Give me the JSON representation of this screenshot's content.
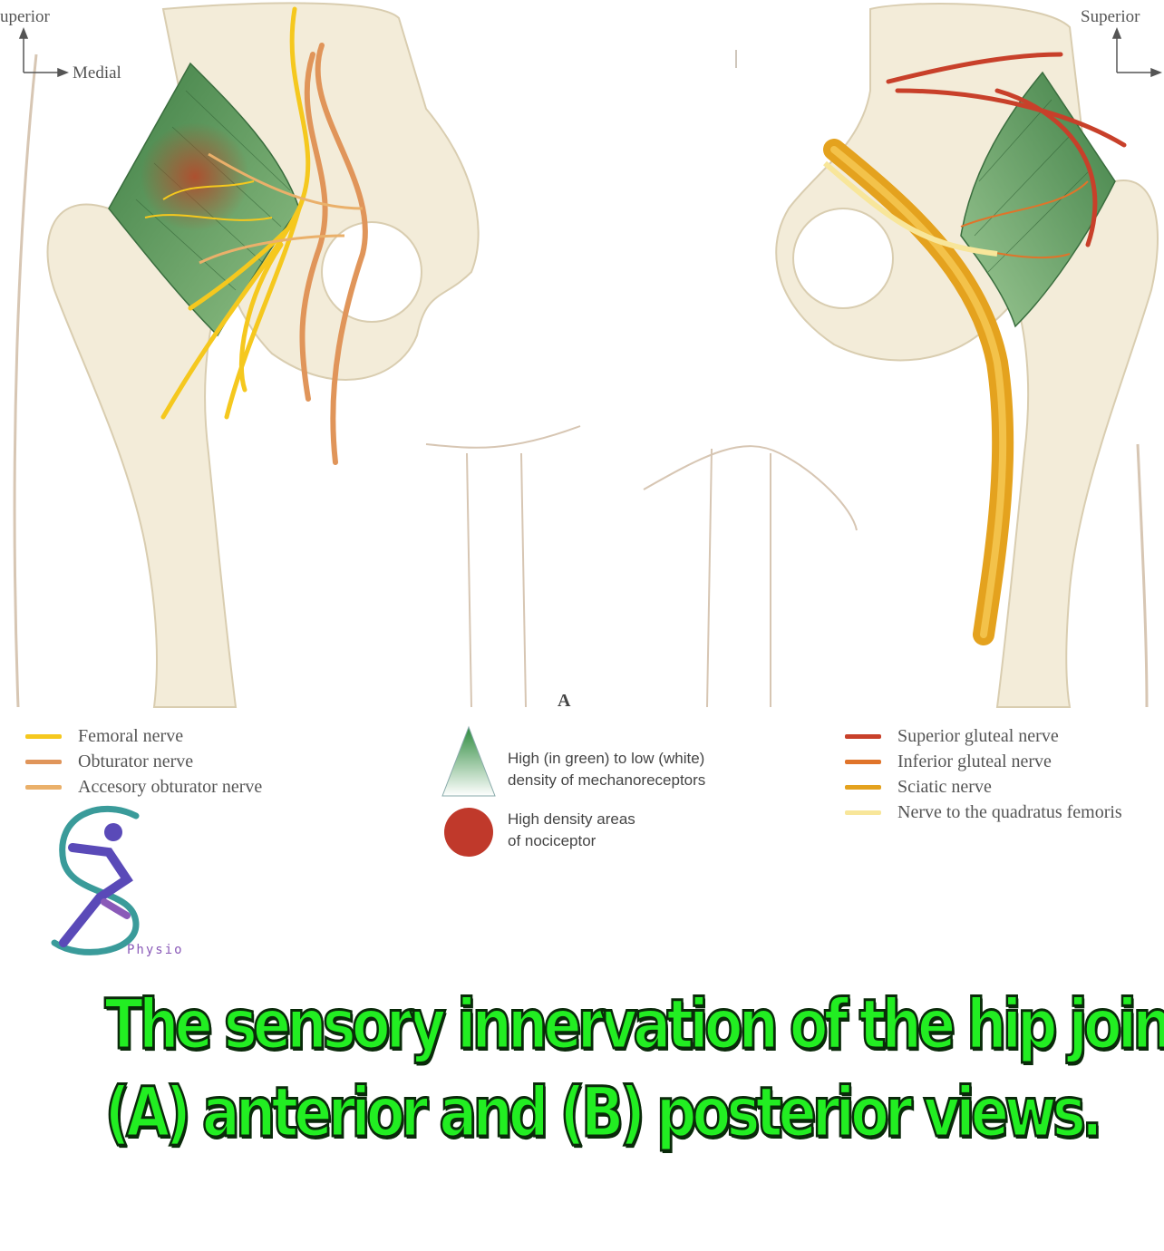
{
  "orientation_left": {
    "superior": "uperior",
    "medial": "Medial"
  },
  "orientation_right": {
    "superior": "Superior"
  },
  "panel_label": "A",
  "legend_left": [
    {
      "label": "Femoral nerve",
      "color": "#f5c81e"
    },
    {
      "label": "Obturator nerve",
      "color": "#e0955a"
    },
    {
      "label": "Accesory obturator nerve",
      "color": "#eab06a"
    }
  ],
  "legend_middle": {
    "mechanoreceptor_line1": "High (in green) to low (white)",
    "mechanoreceptor_line2": "density of mechanoreceptors",
    "nociceptor_line1": "High density areas",
    "nociceptor_line2": "of nociceptor",
    "green_color": "#2e8b3e",
    "red_color": "#c0392b"
  },
  "legend_right": [
    {
      "label": "Superior gluteal nerve",
      "color": "#c8402a"
    },
    {
      "label": "Inferior gluteal nerve",
      "color": "#e0742a"
    },
    {
      "label": "Sciatic nerve",
      "color": "#e4a21e"
    },
    {
      "label": "Nerve to the quadratus femoris",
      "color": "#f8e69a"
    }
  ],
  "logo": {
    "text": "Physio"
  },
  "caption": {
    "line1": "The sensory innervation of the hip joint:",
    "line2": "(A) anterior and (B) posterior views.",
    "color": "#22ee22"
  },
  "colors": {
    "bone": "#f3ecd9",
    "bone_outline": "#d9cdb0",
    "capsule_green": "#4f8f57"
  }
}
